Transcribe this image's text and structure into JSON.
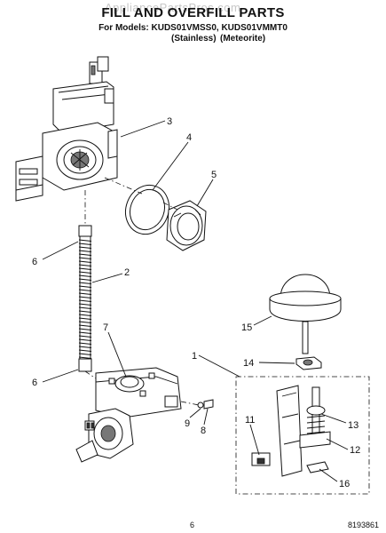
{
  "header": {
    "watermark": "AppliancePartsPros.com",
    "title": "FILL AND OVERFILL PARTS",
    "models_line": "For Models: KUDS01VMSS0, KUDS01VMMT0",
    "finish_stainless": "(Stainless)",
    "finish_meteorite": "(Meteorite)"
  },
  "callouts": [
    {
      "id": "callout-3",
      "label": "3"
    },
    {
      "id": "callout-4",
      "label": "4"
    },
    {
      "id": "callout-5",
      "label": "5"
    },
    {
      "id": "callout-6a",
      "label": "6"
    },
    {
      "id": "callout-2",
      "label": "2"
    },
    {
      "id": "callout-7",
      "label": "7"
    },
    {
      "id": "callout-6b",
      "label": "6"
    },
    {
      "id": "callout-9",
      "label": "9"
    },
    {
      "id": "callout-8",
      "label": "8"
    },
    {
      "id": "callout-1",
      "label": "1"
    },
    {
      "id": "callout-15",
      "label": "15"
    },
    {
      "id": "callout-14",
      "label": "14"
    },
    {
      "id": "callout-13",
      "label": "13"
    },
    {
      "id": "callout-11",
      "label": "11"
    },
    {
      "id": "callout-12",
      "label": "12"
    },
    {
      "id": "callout-16",
      "label": "16"
    }
  ],
  "footer": {
    "page_number": "6",
    "document_number": "8193861"
  }
}
